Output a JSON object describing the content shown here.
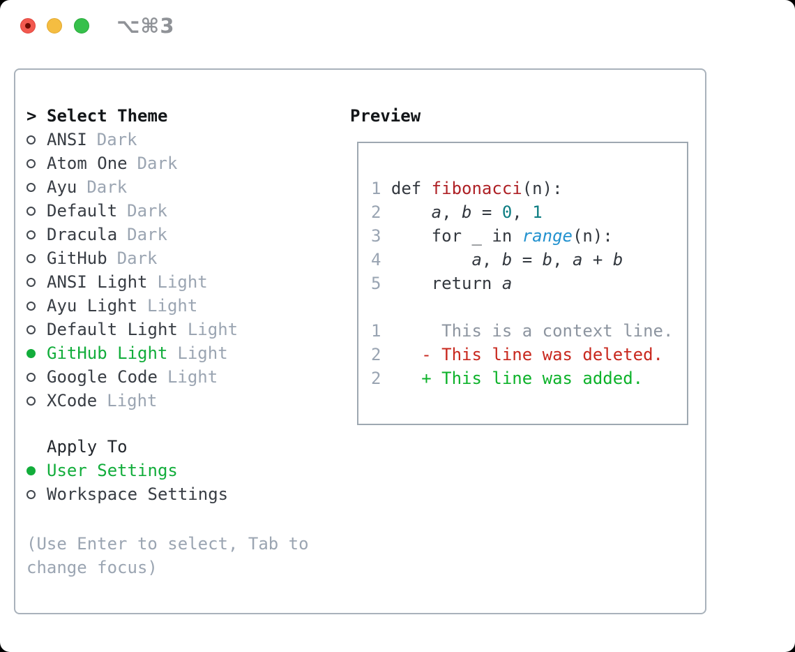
{
  "window": {
    "title": "⌥⌘3",
    "controls": [
      {
        "name": "close"
      },
      {
        "name": "minimize"
      },
      {
        "name": "zoom"
      }
    ]
  },
  "colors": {
    "accent_green": "#12ad3b",
    "muted_gray": "#9ba5b2",
    "text_dark": "#383d44",
    "panel_border": "#a9b2bb",
    "code_function_red": "#ae2126",
    "code_number_teal": "#0d7d82",
    "code_builtin_blue": "#2392cf",
    "diff_context_gray": "#8d95a0",
    "diff_deleted_red": "#c8281e",
    "diff_added_green": "#0db22a",
    "traffic_red": "#f2594f",
    "traffic_yellow": "#f5bd41",
    "traffic_green": "#36c04b"
  },
  "theme_panel": {
    "cursor": ">",
    "header": "Select Theme",
    "themes": [
      {
        "name": "ANSI",
        "variant": "Dark",
        "selected": false
      },
      {
        "name": "Atom One",
        "variant": "Dark",
        "selected": false
      },
      {
        "name": "Ayu",
        "variant": "Dark",
        "selected": false
      },
      {
        "name": "Default",
        "variant": "Dark",
        "selected": false
      },
      {
        "name": "Dracula",
        "variant": "Dark",
        "selected": false
      },
      {
        "name": "GitHub",
        "variant": "Dark",
        "selected": false
      },
      {
        "name": "ANSI Light",
        "variant": "Light",
        "selected": false
      },
      {
        "name": "Ayu Light",
        "variant": "Light",
        "selected": false
      },
      {
        "name": "Default Light",
        "variant": "Light",
        "selected": false
      },
      {
        "name": "GitHub Light",
        "variant": "Light",
        "selected": true
      },
      {
        "name": "Google Code",
        "variant": "Light",
        "selected": false
      },
      {
        "name": "XCode",
        "variant": "Light",
        "selected": false
      }
    ],
    "apply_to": {
      "header": "Apply To",
      "options": [
        {
          "label": "User Settings",
          "selected": true
        },
        {
          "label": "Workspace Settings",
          "selected": false
        }
      ]
    },
    "hint": "(Use Enter to select, Tab to change focus)"
  },
  "preview": {
    "header": "Preview",
    "code_lines": [
      {
        "num": "1",
        "tokens": [
          {
            "t": "def ",
            "c": "p"
          },
          {
            "t": "fibonacci",
            "c": "fn"
          },
          {
            "t": "(n):",
            "c": "p"
          }
        ]
      },
      {
        "num": "2",
        "tokens": [
          {
            "t": "    ",
            "c": "p"
          },
          {
            "t": "a",
            "c": "v"
          },
          {
            "t": ", ",
            "c": "p"
          },
          {
            "t": "b",
            "c": "v"
          },
          {
            "t": " = ",
            "c": "p"
          },
          {
            "t": "0",
            "c": "num"
          },
          {
            "t": ", ",
            "c": "p"
          },
          {
            "t": "1",
            "c": "num"
          }
        ]
      },
      {
        "num": "3",
        "tokens": [
          {
            "t": "    for _ in ",
            "c": "p"
          },
          {
            "t": "range",
            "c": "bi"
          },
          {
            "t": "(n):",
            "c": "p"
          }
        ]
      },
      {
        "num": "4",
        "tokens": [
          {
            "t": "        ",
            "c": "p"
          },
          {
            "t": "a",
            "c": "v"
          },
          {
            "t": ", ",
            "c": "p"
          },
          {
            "t": "b",
            "c": "v"
          },
          {
            "t": " = ",
            "c": "p"
          },
          {
            "t": "b",
            "c": "v"
          },
          {
            "t": ", ",
            "c": "p"
          },
          {
            "t": "a",
            "c": "v"
          },
          {
            "t": " + ",
            "c": "p"
          },
          {
            "t": "b",
            "c": "v"
          }
        ]
      },
      {
        "num": "5",
        "tokens": [
          {
            "t": "    return ",
            "c": "p"
          },
          {
            "t": "a",
            "c": "v"
          }
        ]
      }
    ],
    "diff_lines": [
      {
        "num": "1",
        "tokens": [
          {
            "t": "     This is a context line.",
            "c": "ctx"
          }
        ]
      },
      {
        "num": "2",
        "tokens": [
          {
            "t": "   - This line was deleted.",
            "c": "del"
          }
        ]
      },
      {
        "num": "2",
        "tokens": [
          {
            "t": "   + This line was added.",
            "c": "add"
          }
        ]
      }
    ]
  }
}
